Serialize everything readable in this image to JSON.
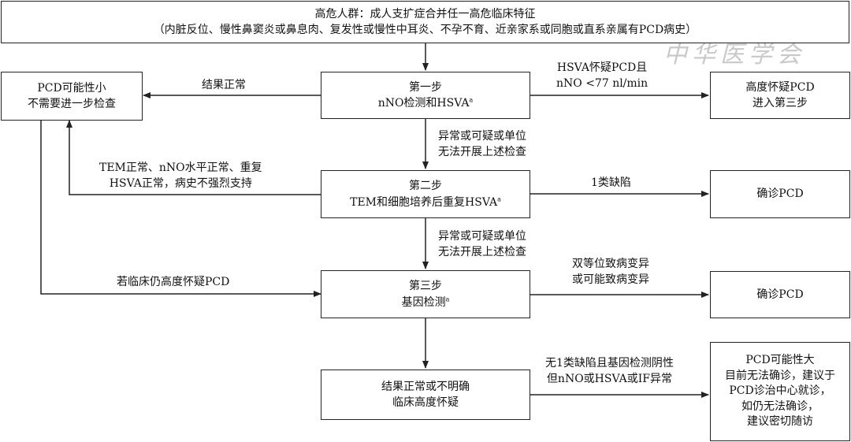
{
  "top": {
    "title": "高危人群：成人支扩症合并任一高危临床特征",
    "subtitle": "（内脏反位、慢性鼻窦炎或鼻息肉、复发性或慢性中耳炎、不孕不育、近亲家系或同胞或直系亲属有PCD病史）"
  },
  "left": {
    "line1": "PCD可能性小",
    "line2": "不需要进一步检查"
  },
  "step1": {
    "line1": "第一步",
    "line2": "nNO检测和HSVA",
    "sup": "a"
  },
  "step2": {
    "line1": "第二步",
    "line2": "TEM和细胞培养后重复HSVA",
    "sup": "a"
  },
  "step3": {
    "line1": "第三步",
    "line2": "基因检测",
    "sup": "a"
  },
  "bottom": {
    "line1": "结果正常或不明确",
    "line2": "临床高度怀疑"
  },
  "right1": {
    "line1": "高度怀疑PCD",
    "line2": "进入第三步"
  },
  "right2": {
    "line1": "确诊PCD"
  },
  "right3": {
    "line1": "确诊PCD"
  },
  "right4": {
    "line1": "PCD可能性大",
    "line2": "目前无法确诊，建议于",
    "line3": "PCD诊治中心就诊，",
    "line4": "如仍无法确诊，",
    "line5": "建议密切随访"
  },
  "labels": {
    "normal": "结果正常",
    "hsva_1": "HSVA怀疑PCD且",
    "hsva_2": "nNO <77 nl/min",
    "abn1_1": "异常或可疑或单位",
    "abn1_2": "无法开展上述检查",
    "tem_1": "TEM正常、nNO水平正常、重复",
    "tem_2": "HSVA正常，病史不强烈支持",
    "defect1": "1类缺陷",
    "abn2_1": "异常或可疑或单位",
    "abn2_2": "无法开展上述检查",
    "clinical": "若临床仍高度怀疑PCD",
    "bi_1": "双等位致病变异",
    "bi_2": "或可能致病变异",
    "none_1": "无1类缺陷且基因检测阴性",
    "none_2": "但nNO或HSVA或IF异常"
  },
  "watermark": "中华医学会"
}
